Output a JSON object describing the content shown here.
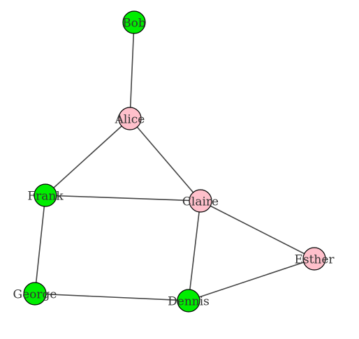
{
  "graph": {
    "colors": {
      "green": "#00ee00",
      "pink": "#ffc0cb",
      "edge": "#444444",
      "border": "#000000"
    },
    "nodes": [
      {
        "id": "bob",
        "label": "Bob",
        "color": "green"
      },
      {
        "id": "alice",
        "label": "Alice",
        "color": "pink"
      },
      {
        "id": "frank",
        "label": "Frank",
        "color": "green"
      },
      {
        "id": "claire",
        "label": "Claire",
        "color": "pink"
      },
      {
        "id": "esther",
        "label": "Esther",
        "color": "pink"
      },
      {
        "id": "george",
        "label": "George",
        "color": "green"
      },
      {
        "id": "dennis",
        "label": "Dennis",
        "color": "green"
      }
    ],
    "edges": [
      {
        "source": "bob",
        "target": "alice"
      },
      {
        "source": "alice",
        "target": "frank"
      },
      {
        "source": "alice",
        "target": "claire"
      },
      {
        "source": "frank",
        "target": "claire"
      },
      {
        "source": "frank",
        "target": "george"
      },
      {
        "source": "claire",
        "target": "dennis"
      },
      {
        "source": "claire",
        "target": "esther"
      },
      {
        "source": "george",
        "target": "dennis"
      },
      {
        "source": "dennis",
        "target": "esther"
      }
    ]
  }
}
